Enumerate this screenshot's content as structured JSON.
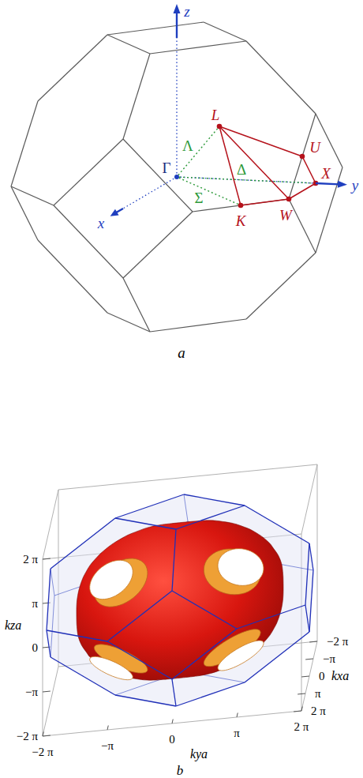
{
  "diagram": {
    "labels": [
      "z",
      "L",
      "U",
      "Λ",
      "Γ",
      "Δ",
      "X",
      "y",
      "x",
      "Σ",
      "K",
      "W",
      "a",
      "2 π",
      "π",
      "kza",
      "0",
      "−π",
      "−2 π",
      "−2 π",
      "−π",
      "0",
      "kxa",
      "π",
      "2 π",
      "−2 π",
      "−π",
      "0",
      "π",
      "2 π",
      "kya",
      "b"
    ]
  }
}
